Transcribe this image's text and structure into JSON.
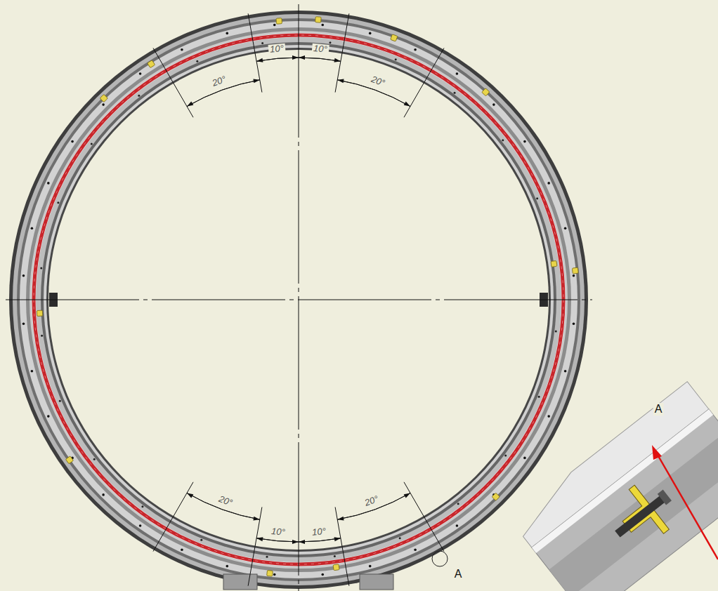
{
  "diagram": {
    "labels": [
      "20°",
      "10°",
      "10°",
      "20°",
      "20°",
      "10°",
      "10°",
      "20°",
      "A",
      "A"
    ]
  }
}
